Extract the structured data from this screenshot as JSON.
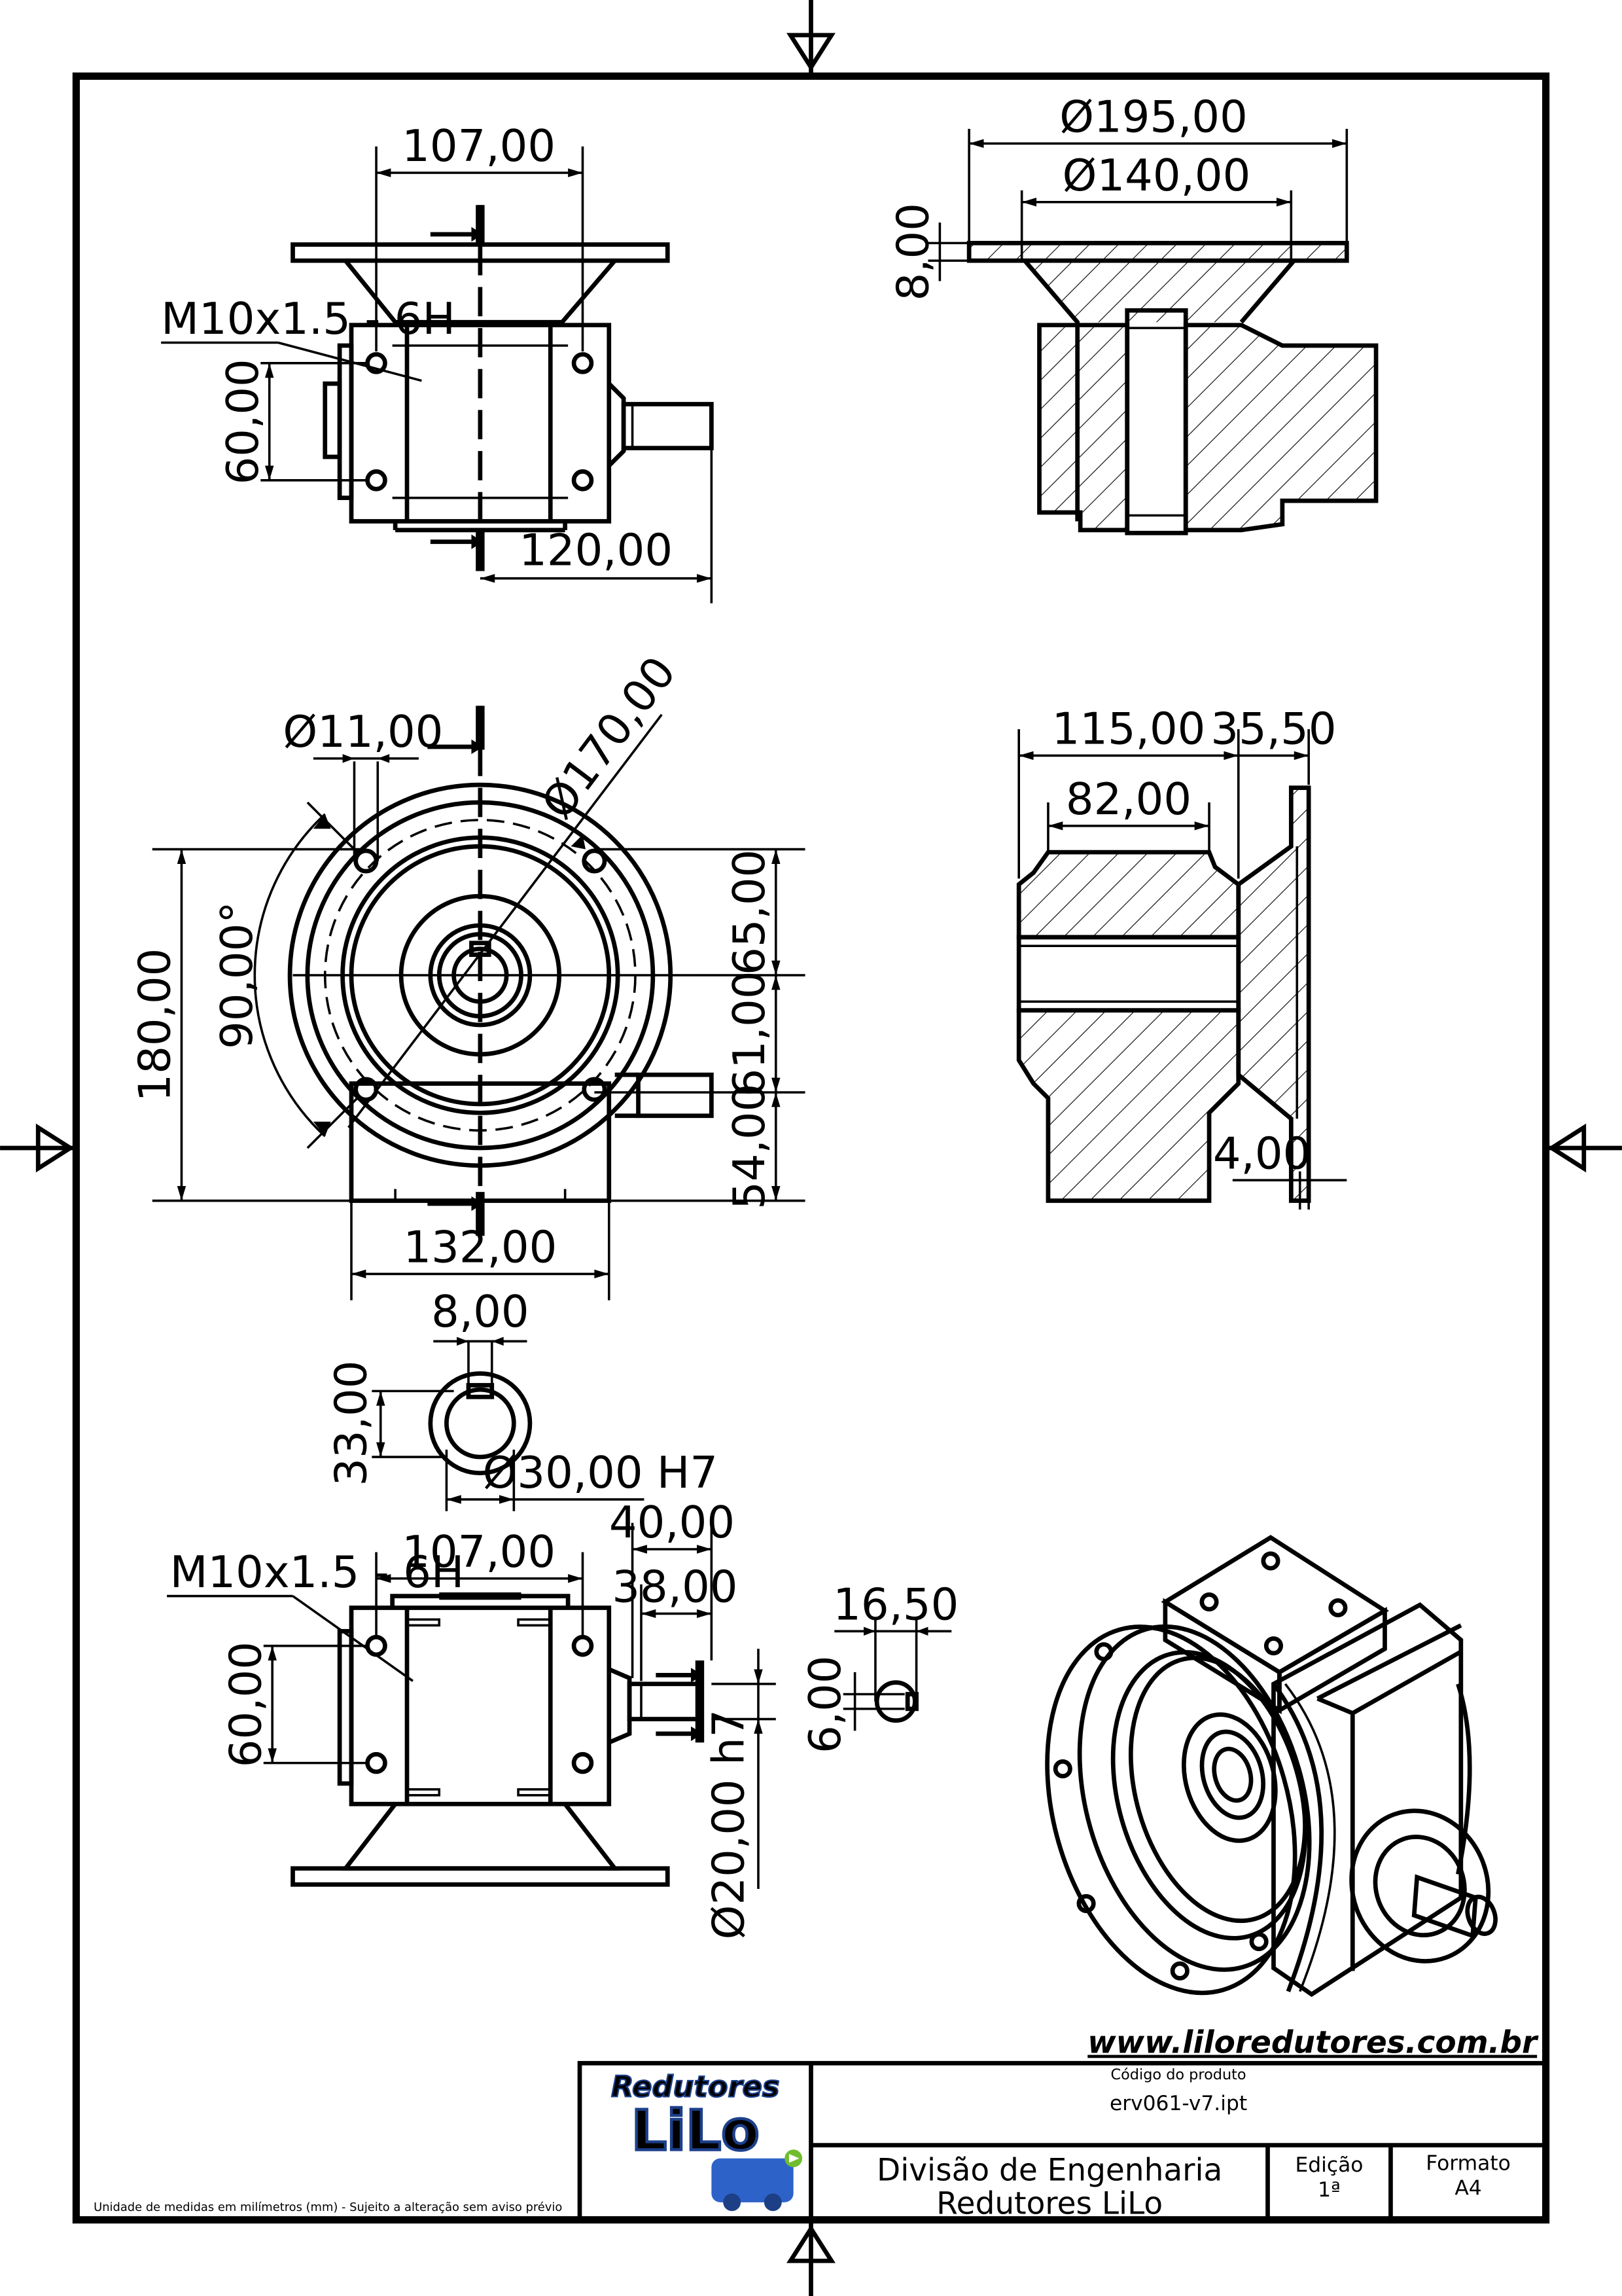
{
  "website": "www.liloredutores.com.br",
  "title_block": {
    "logo_line1": "Redutores",
    "logo_line2": "LiLo",
    "product_code_label": "Código do produto",
    "product_code": "erv061-v7.ipt",
    "department_line1": "Divisão de Engenharia",
    "department_line2": "Redutores LiLo",
    "edition_label": "Edição",
    "edition_value": "1ª",
    "format_label": "Formato",
    "format_value": "A4",
    "note": "Unidade de medidas em milímetros (mm) - Sujeito a alteração sem aviso prévio"
  },
  "dimensions": {
    "top_width": "107,00",
    "top_thread": "M10x1.5 - 6H",
    "top_hole_spacing": "60,00",
    "top_shaft_reach": "120,00",
    "flange_outer": "Ø195,00",
    "flange_pilot": "Ø140,00",
    "flange_thickness": "8,00",
    "front_hole": "Ø11,00",
    "front_bolt_circle": "Ø170,00",
    "front_angle": "90,00°",
    "front_height": "180,00",
    "front_upper": "65,00",
    "front_middle": "61,00",
    "front_lower": "54,00",
    "front_width": "132,00",
    "side_length": "115,00",
    "side_flange": "35,50",
    "side_body": "82,00",
    "side_flange_plate": "4,00",
    "bore_key_width": "8,00",
    "bore_key_depth": "33,00",
    "bore_diameter": "Ø30,00 H7",
    "bottom_width": "107,00",
    "bottom_thread": "M10x1.5 - 6H",
    "bottom_hole_spacing": "60,00",
    "bottom_shaft_40": "40,00",
    "bottom_shaft_38": "38,00",
    "bottom_shaft_diameter": "Ø20,00 h7",
    "shaft_key_length": "16,50",
    "shaft_key_width": "6,00"
  }
}
